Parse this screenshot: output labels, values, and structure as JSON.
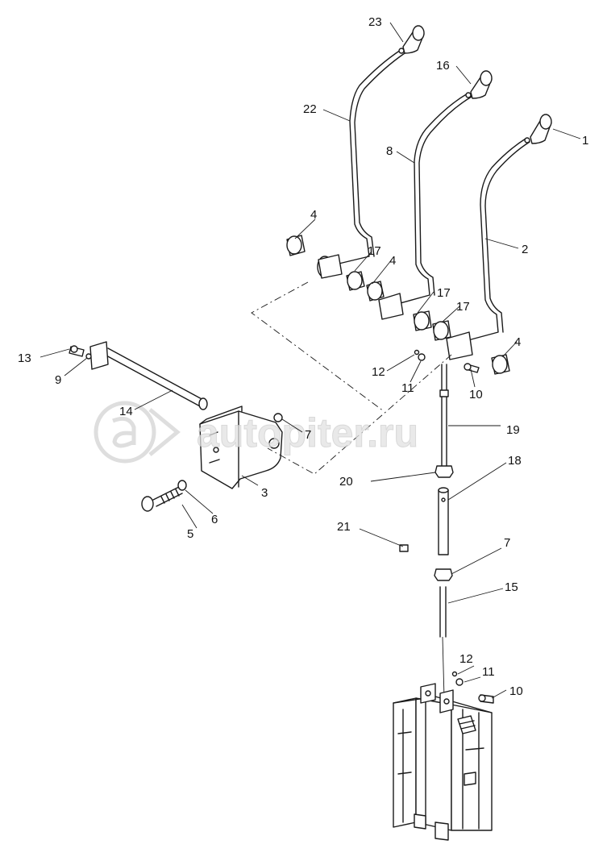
{
  "watermark": {
    "text": "autopiter.ru"
  },
  "callouts": [
    {
      "id": "c1",
      "text": "1"
    },
    {
      "id": "c2",
      "text": "2"
    },
    {
      "id": "c3",
      "text": "3"
    },
    {
      "id": "c4a",
      "text": "4"
    },
    {
      "id": "c4b",
      "text": "4"
    },
    {
      "id": "c4c",
      "text": "4"
    },
    {
      "id": "c5",
      "text": "5"
    },
    {
      "id": "c6",
      "text": "6"
    },
    {
      "id": "c7a",
      "text": "7"
    },
    {
      "id": "c7b",
      "text": "7"
    },
    {
      "id": "c8",
      "text": "8"
    },
    {
      "id": "c9",
      "text": "9"
    },
    {
      "id": "c10a",
      "text": "10"
    },
    {
      "id": "c10b",
      "text": "10"
    },
    {
      "id": "c11a",
      "text": "11"
    },
    {
      "id": "c11b",
      "text": "11"
    },
    {
      "id": "c12a",
      "text": "12"
    },
    {
      "id": "c12b",
      "text": "12"
    },
    {
      "id": "c13",
      "text": "13"
    },
    {
      "id": "c14",
      "text": "14"
    },
    {
      "id": "c15",
      "text": "15"
    },
    {
      "id": "c16",
      "text": "16"
    },
    {
      "id": "c17a",
      "text": "17"
    },
    {
      "id": "c17b",
      "text": "17"
    },
    {
      "id": "c17c",
      "text": "17"
    },
    {
      "id": "c18",
      "text": "18"
    },
    {
      "id": "c19",
      "text": "19"
    },
    {
      "id": "c20",
      "text": "20"
    },
    {
      "id": "c21",
      "text": "21"
    },
    {
      "id": "c22",
      "text": "22"
    },
    {
      "id": "c23",
      "text": "23"
    }
  ]
}
